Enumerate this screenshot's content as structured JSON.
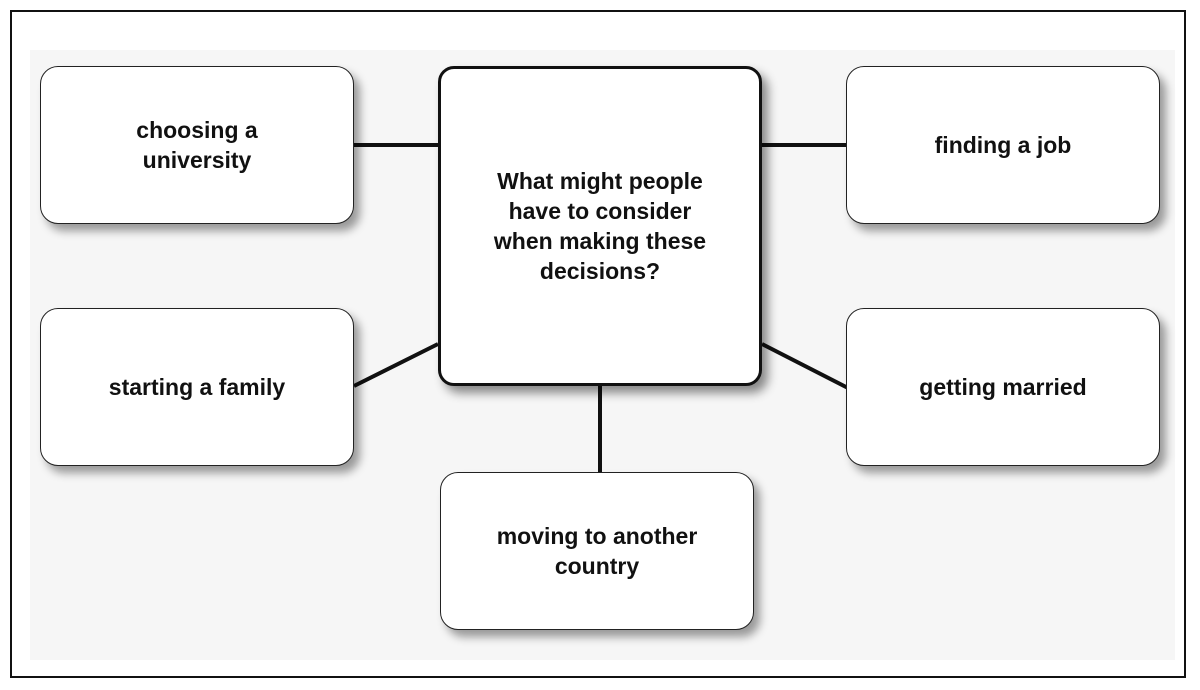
{
  "diagram": {
    "center": {
      "text": "What might people\nhave to consider\nwhen making these\ndecisions?"
    },
    "nodes": {
      "university": {
        "text": "choosing a\nuniversity"
      },
      "job": {
        "text": "finding a job"
      },
      "family": {
        "text": "starting a family"
      },
      "married": {
        "text": "getting married"
      },
      "moving": {
        "text": "moving to another\ncountry"
      }
    }
  }
}
